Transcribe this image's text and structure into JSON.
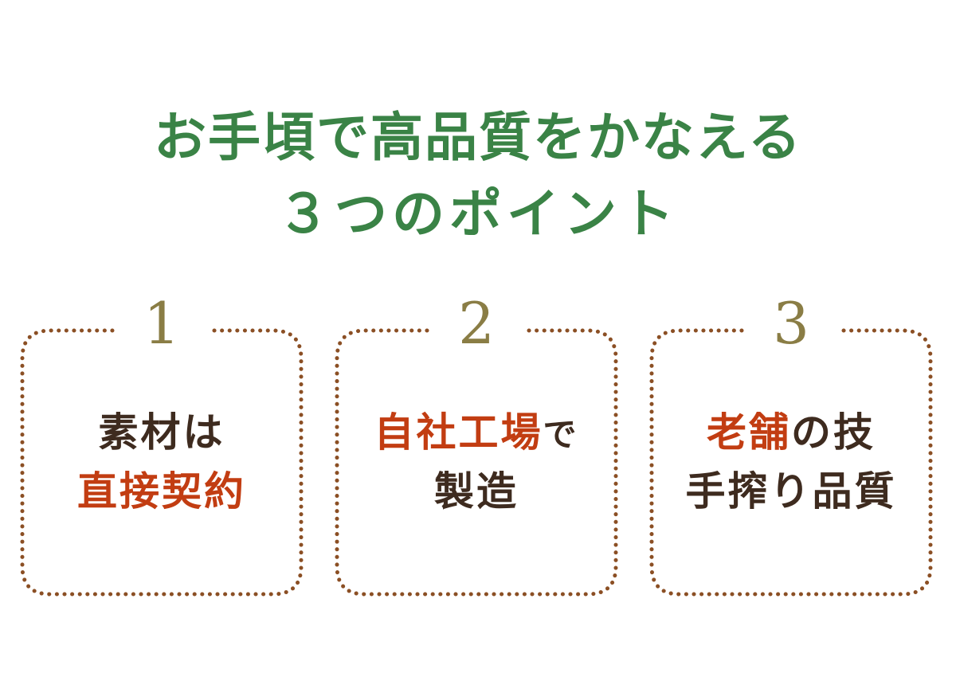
{
  "colors": {
    "headline": "#3a8346",
    "number": "#8a7d45",
    "dark_text": "#3e2b1f",
    "accent_text": "#c23d12",
    "dotted_border": "#8b4f24"
  },
  "headline": {
    "line1": "お手頃で高品質をかなえる",
    "line2": "３つのポイント"
  },
  "cards": [
    {
      "number": "1",
      "line1_dark": "素材は",
      "line2_accent": "直接契約"
    },
    {
      "number": "2",
      "line1_accent": "自社工場",
      "line1_dark": "で",
      "line2_dark": "製造"
    },
    {
      "number": "3",
      "line1_accent": "老舗",
      "line1_dark": "の技",
      "line2_dark": "手搾り品質"
    }
  ]
}
